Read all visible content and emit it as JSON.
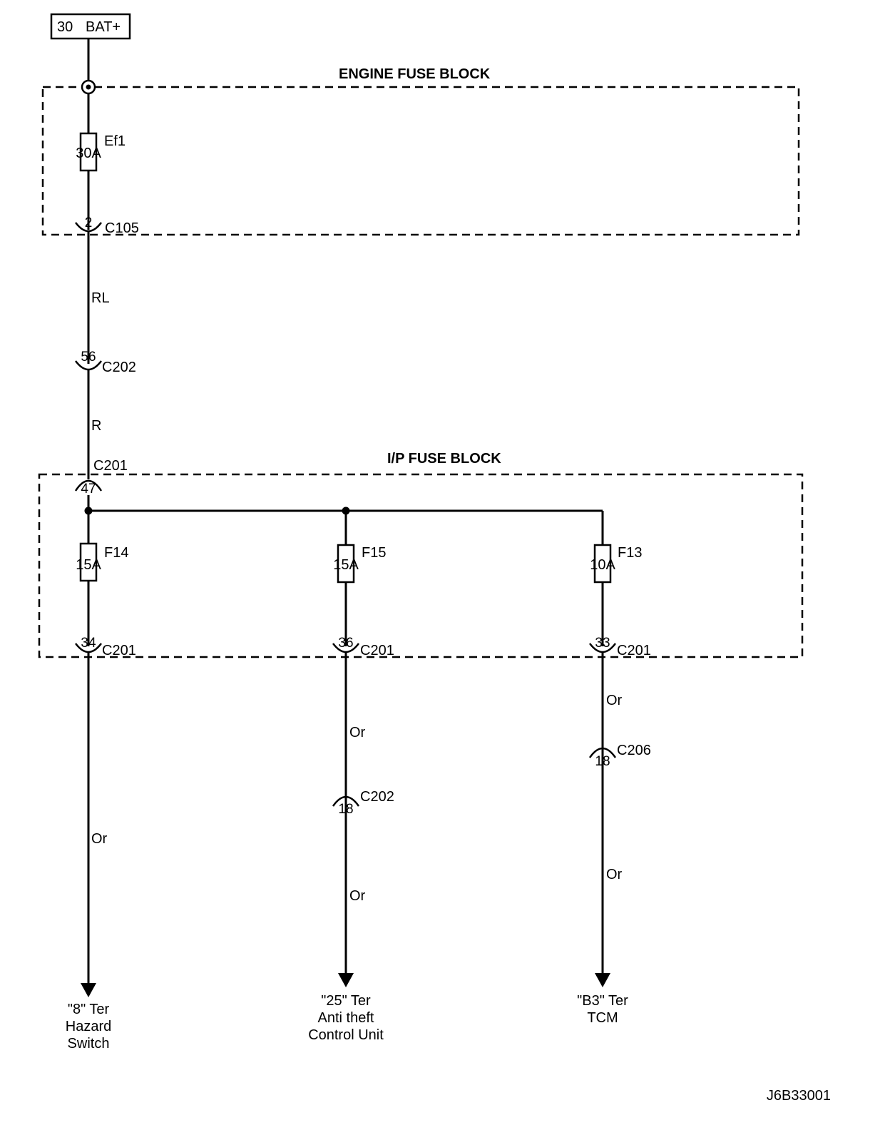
{
  "battery": {
    "terminal": "30",
    "name": "BAT+"
  },
  "engine_fuse_block": {
    "title": "ENGINE FUSE BLOCK",
    "fuse": {
      "name": "Ef1",
      "rating": "30A"
    },
    "connector": {
      "pin": "2",
      "name": "C105"
    }
  },
  "wires": {
    "rl": "RL",
    "r": "R",
    "branch1_lower": "Or",
    "branch2_mid": "Or",
    "branch2_lower": "Or",
    "branch3_mid": "Or",
    "branch3_lower": "Or"
  },
  "inline_connector": {
    "pin": "56",
    "name": "C202"
  },
  "ip_fuse_block": {
    "title": "I/P FUSE BLOCK",
    "input_connector": {
      "pin": "47",
      "name": "C201"
    },
    "fuses": [
      {
        "name": "F14",
        "rating": "15A",
        "out_pin": "34",
        "out_conn": "C201"
      },
      {
        "name": "F15",
        "rating": "15A",
        "out_pin": "36",
        "out_conn": "C201"
      },
      {
        "name": "F13",
        "rating": "10A",
        "out_pin": "33",
        "out_conn": "C201"
      }
    ]
  },
  "branch_connectors": [
    {
      "pin": "18",
      "name": "C202"
    },
    {
      "pin": "18",
      "name": "C206"
    }
  ],
  "destinations": [
    {
      "line1": "\"8\" Ter",
      "line2": "Hazard",
      "line3": "Switch"
    },
    {
      "line1": "\"25\" Ter",
      "line2": "Anti theft",
      "line3": "Control Unit"
    },
    {
      "line1": "\"B3\" Ter",
      "line2": "TCM"
    }
  ],
  "diagram_id": "J6B33001"
}
